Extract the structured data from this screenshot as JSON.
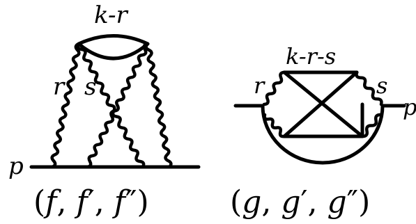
{
  "diagram_left": {
    "label_top": "k-r",
    "label_r": "r",
    "label_s": "s",
    "label_p": "p",
    "caption": {
      "open": "(",
      "a": "f",
      "sep1": ", ",
      "b": "f",
      "b_mark": "′",
      "sep2": ", ",
      "c": "f",
      "c_mark": "″",
      "close": ")"
    }
  },
  "diagram_right": {
    "label_top": "k-r-s",
    "label_r": "r",
    "label_s": "s",
    "label_p": "p",
    "caption": {
      "open": "(",
      "a": "g",
      "sep1": ", ",
      "b": "g",
      "b_mark": "′",
      "sep2": ", ",
      "c": "g",
      "c_mark": "″",
      "close": ")"
    }
  }
}
